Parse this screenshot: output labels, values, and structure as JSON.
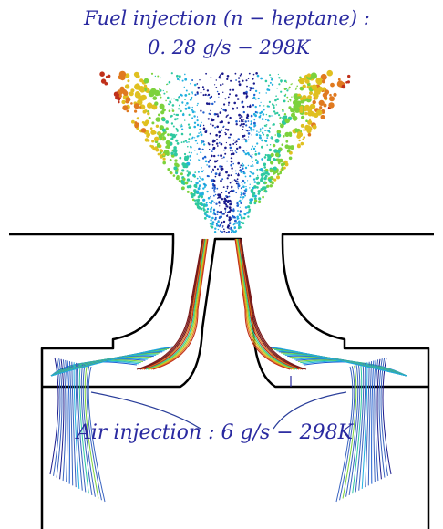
{
  "labels": {
    "fuel_title": "Fuel injection (n − heptane) :",
    "fuel_rate": "0. 28 g/s − 298K",
    "air_injection": "Air injection : 6 g/s − 298K"
  },
  "colors": {
    "walls": "#000000",
    "text": "#2a2aa0",
    "colormap": [
      "#1a1a8c",
      "#1f5fd0",
      "#22b0e0",
      "#2ec9a0",
      "#7cd23c",
      "#e0c020",
      "#e07a20",
      "#c0301a",
      "#7a1a1a"
    ]
  }
}
